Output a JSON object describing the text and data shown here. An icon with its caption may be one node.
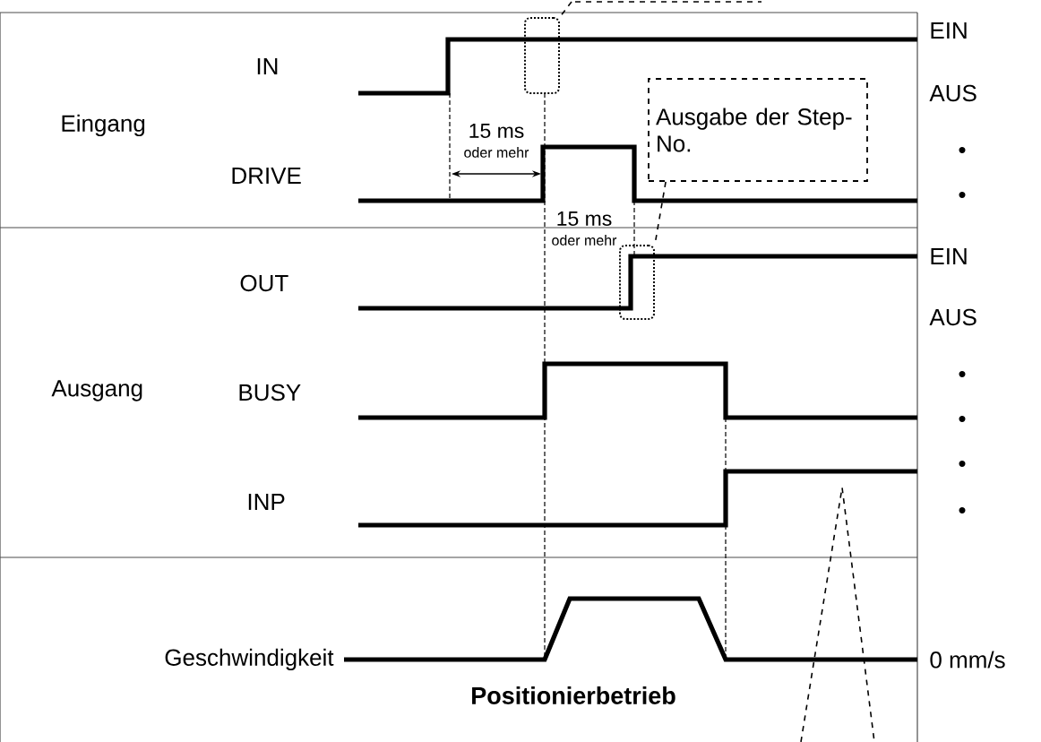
{
  "diagram": {
    "nodes": [
      {
        "text": [],
        "shape": "box"
      },
      {
        "text": [
          "Ausgabe der Step-No."
        ]
      },
      {
        "text": [],
        "shape": "box"
      }
    ],
    "edges": [
      {
        "from": null,
        "to": 0,
        "arrow": "none"
      },
      {
        "from": 1,
        "to": 2,
        "arrow": "none"
      }
    ],
    "labels": [
      "IN",
      "EIN",
      "Eingang",
      "AUS",
      "15 ms",
      "oder mehr",
      "DRIVE",
      "•",
      "•",
      "15 ms",
      "oder mehr",
      "OUT",
      "EIN",
      "AUS",
      "Ausgang",
      "BUSY",
      "•",
      "•",
      "•",
      "INP",
      "•",
      "Geschwindigkeit",
      "0 mm/s",
      "Positionierbetrieb"
    ]
  }
}
